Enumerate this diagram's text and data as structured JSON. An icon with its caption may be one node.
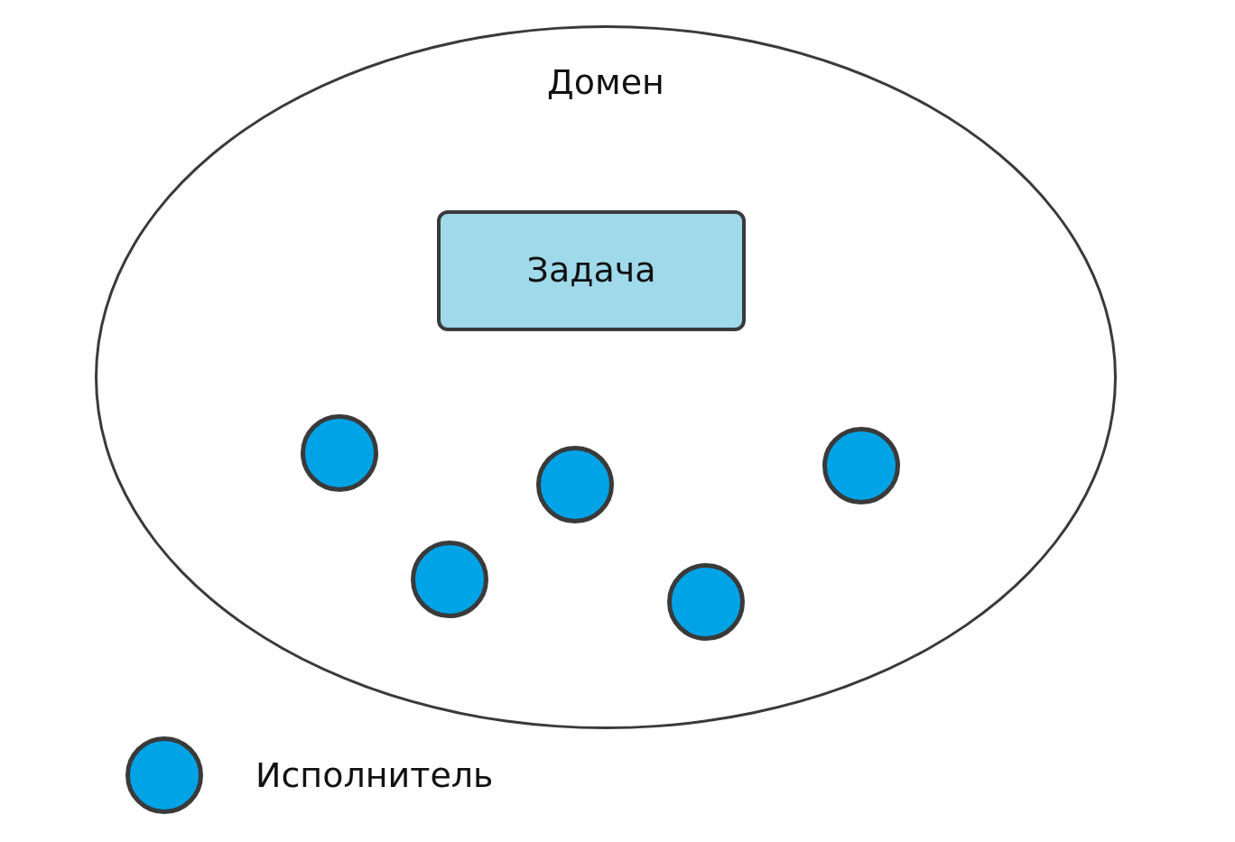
{
  "diagram": {
    "nodes": [
      {
        "text": [
          "Домен"
        ]
      },
      {
        "text": [
          "Задача"
        ],
        "in": 0
      },
      {
        "text": [],
        "shape": "circle",
        "in": 0
      },
      {
        "text": [],
        "shape": "circle",
        "in": 0
      },
      {
        "text": [],
        "shape": "circle",
        "in": 0
      },
      {
        "text": [],
        "shape": "circle",
        "in": 0
      },
      {
        "text": [],
        "shape": "circle",
        "in": 0
      }
    ],
    "edges": [],
    "legend": [
      {
        "text": "Исполнитель",
        "color": "#00a3e6"
      }
    ]
  }
}
